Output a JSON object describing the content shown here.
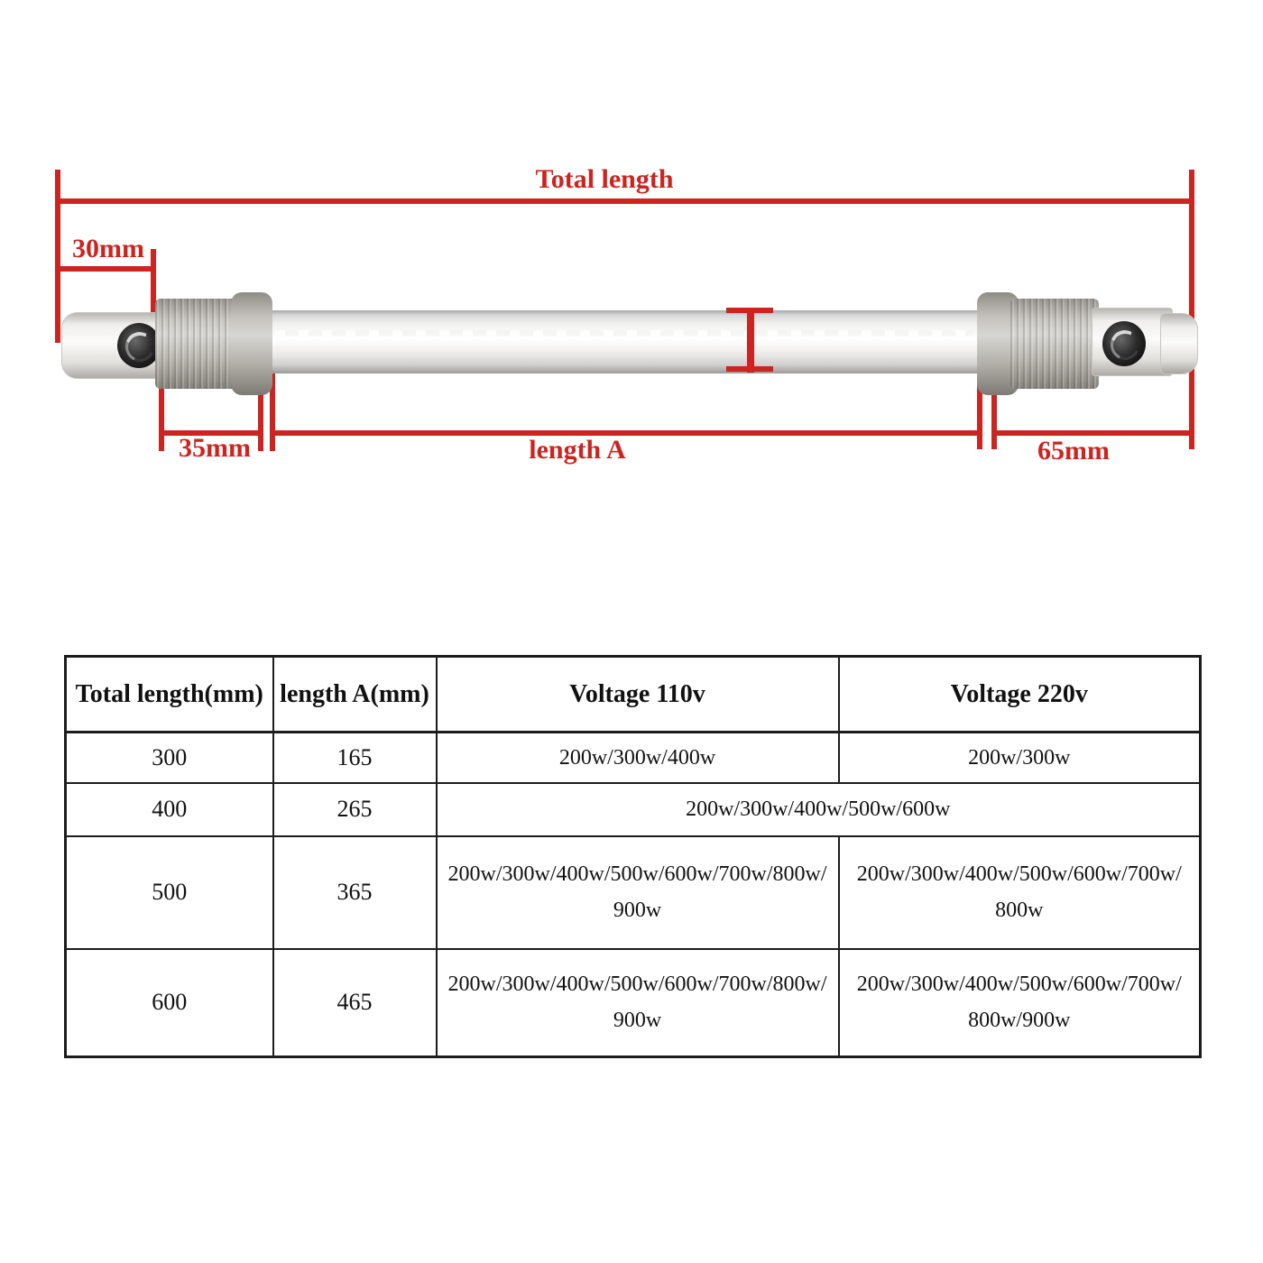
{
  "diagram": {
    "accent_color": "#cd241f",
    "labels": {
      "total_length": "Total length",
      "left_offset": "30mm",
      "left_cap": "35mm",
      "length_a": "length A",
      "right_cap": "65mm"
    }
  },
  "table": {
    "border_color": "#1c1c1c",
    "headers": [
      "Total length(mm)",
      "length A(mm)",
      "Voltage 110v",
      "Voltage 220v"
    ],
    "rows": [
      [
        "300",
        "165",
        "200w/300w/400w",
        "200w/300w"
      ],
      [
        "400",
        "265",
        "200w/300w/400w/500w/600w"
      ],
      [
        "500",
        "365",
        "200w/300w/400w/500w/600w/700w/800w/900w",
        "200w/300w/400w/500w/600w/700w/800w"
      ],
      [
        "600",
        "465",
        "200w/300w/400w/500w/600w/700w/800w/900w",
        "200w/300w/400w/500w/600w/700w/800w/900w"
      ]
    ]
  }
}
